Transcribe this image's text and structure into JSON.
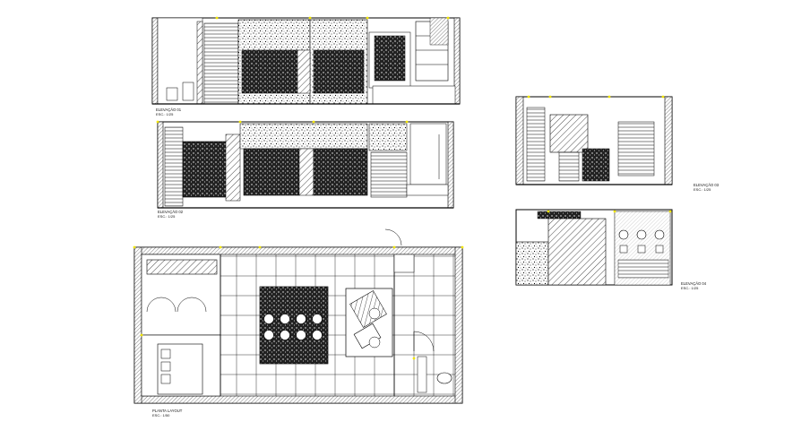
{
  "sheet": {
    "background": "#ffffff",
    "line_color": "#000000",
    "accent_color": "#f2e600",
    "views": [
      {
        "id": "elev-a",
        "title": "ELEVAÇÃO 01",
        "scale": "ESC.: 1/25"
      },
      {
        "id": "elev-b",
        "title": "ELEVAÇÃO 02",
        "scale": "ESC.: 1/25"
      },
      {
        "id": "elev-c",
        "title": "ELEVAÇÃO 03",
        "scale": "ESC.: 1/25"
      },
      {
        "id": "elev-d",
        "title": "ELEVAÇÃO 04",
        "scale": "ESC.: 1/25"
      },
      {
        "id": "plan",
        "title": "PLANTA LAYOUT",
        "scale": "ESC.: 1/50"
      }
    ]
  }
}
